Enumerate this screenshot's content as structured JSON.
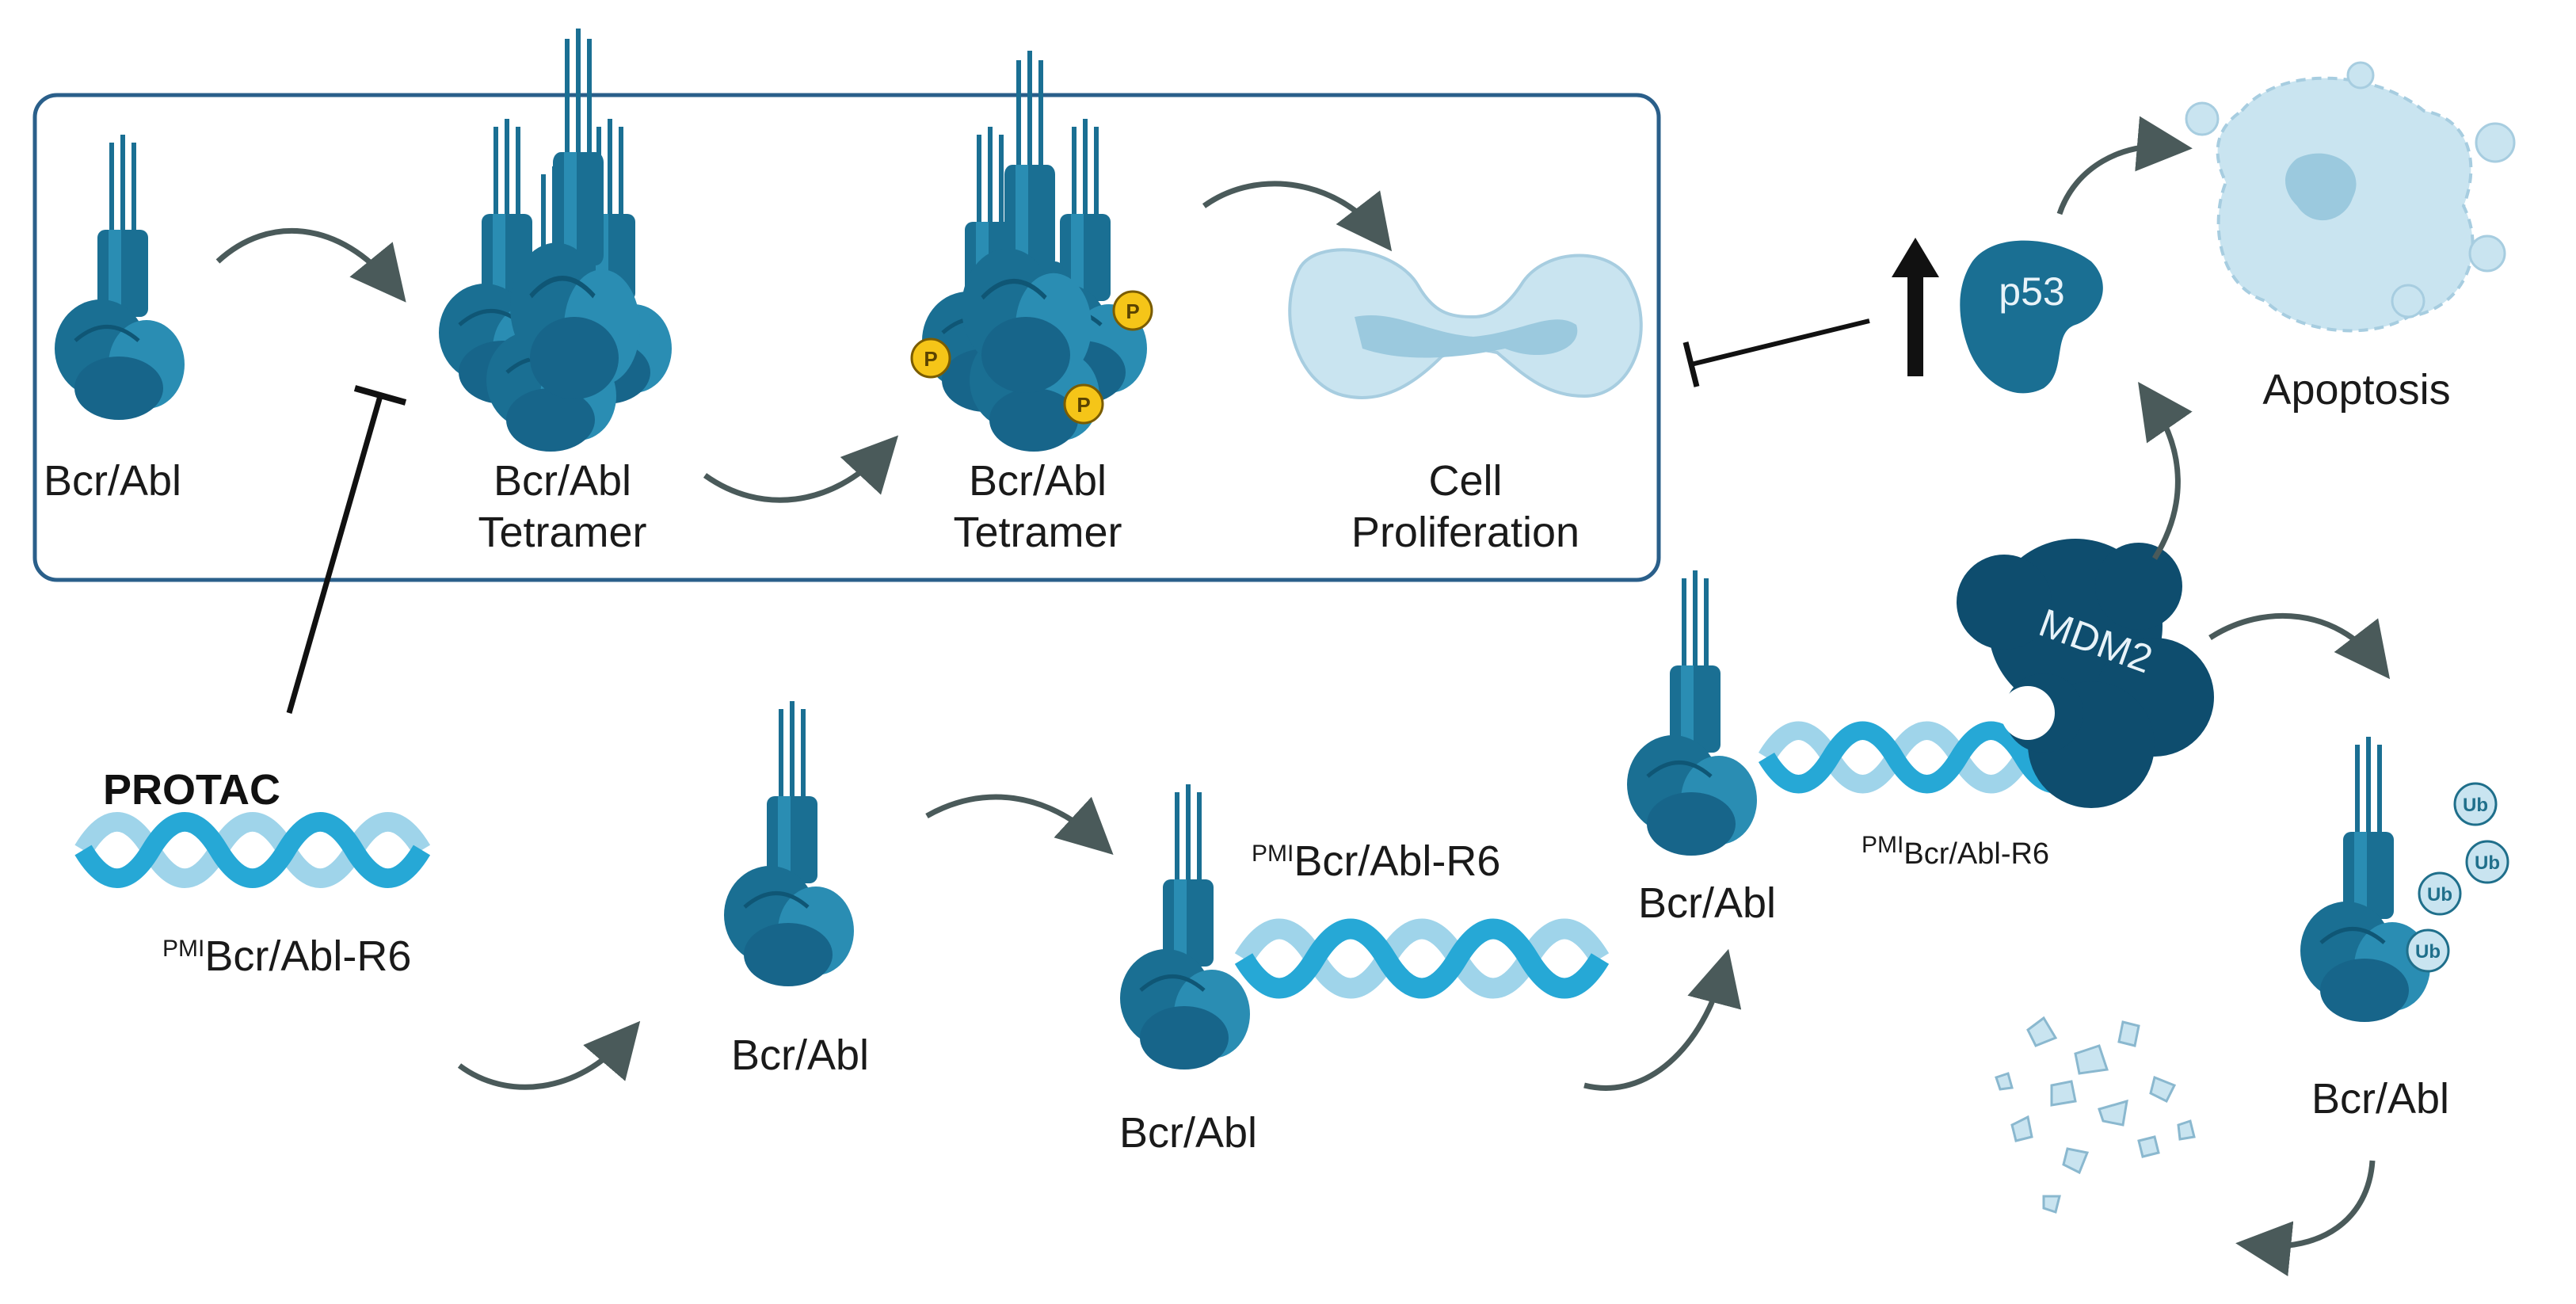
{
  "labels": {
    "bcr_abl_1": "Bcr/Abl",
    "tetramer_a_line1": "Bcr/Abl",
    "tetramer_a_line2": "Tetramer",
    "tetramer_b_line1": "Bcr/Abl",
    "tetramer_b_line2": "Tetramer",
    "cell_line1": "Cell",
    "cell_line2": "Proliferation",
    "protac": "PROTAC",
    "protac_sup": "PMI",
    "protac_main": "Bcr/Abl-R6",
    "bcr_abl_2": "Bcr/Abl",
    "complex_sup": "PMI",
    "complex_main": "Bcr/Abl-R6",
    "bcr_abl_3": "Bcr/Abl",
    "ternary_sup": "PMI",
    "ternary_main": "Bcr/Abl-R6",
    "bcr_abl_4": "Bcr/Abl",
    "mdm2": "MDM2",
    "p53": "p53",
    "apoptosis": "Apoptosis",
    "bcr_abl_5": "Bcr/Abl",
    "phospho": "P",
    "ubiquitin": "Ub"
  },
  "colors": {
    "protein": "#1a6f93",
    "protein_light": "#2a8db3",
    "mdm2": "#0e4d6e",
    "helix": "#26a8d6",
    "helix_light": "#9fd4ea",
    "cell": "#c9e4f0",
    "arrow": "#4a5a5a",
    "box": "#2a5f8a",
    "phospho": "#f5c518"
  }
}
